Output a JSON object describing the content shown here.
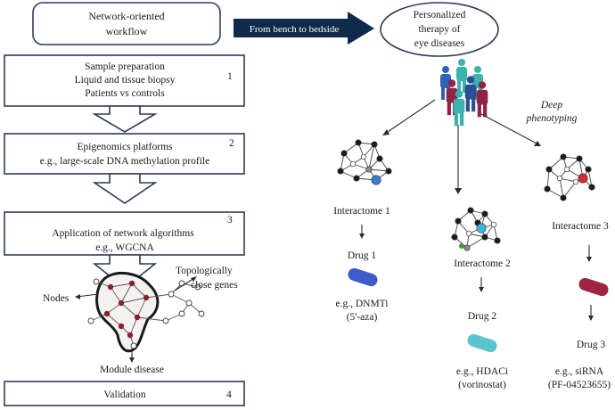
{
  "workflow": {
    "title_line1": "Network-oriented",
    "title_line2": "workflow",
    "arrow_label": "From bench to bedside",
    "goal_line1": "Personalized",
    "goal_line2": "therapy of",
    "goal_line3": "eye diseases"
  },
  "steps": [
    {
      "number": "1",
      "lines": [
        "Sample preparation",
        "Liquid and tissue biopsy",
        "Patients vs controls"
      ]
    },
    {
      "number": "2",
      "lines": [
        "Epigenomics platforms",
        "e.g., large-scale DNA methylation profile"
      ]
    },
    {
      "number": "3",
      "lines": [
        "Application of network algorithms",
        "e.g., WGCNA"
      ]
    },
    {
      "number": "4",
      "lines": [
        "Validation"
      ]
    }
  ],
  "module": {
    "nodes_label": "Nodes",
    "close_genes_line1": "Topologically",
    "close_genes_line2": "close genes",
    "module_label": "Module disease"
  },
  "phenotyping": {
    "line1": "Deep",
    "line2": "phenotyping"
  },
  "branches": [
    {
      "interactome": "Interactome 1",
      "drug": "Drug 1",
      "example_line1": "e.g., DNMTi",
      "example_line2": "(5'-aza)",
      "pill_color": "#3d5ccb",
      "hub_color": "#3b7bd8"
    },
    {
      "interactome": "Interactome 2",
      "drug": "Drug 2",
      "example_line1": "e.g., HDACi",
      "example_line2": "(vorinostat)",
      "pill_color": "#5bc5cf",
      "hub_color": "#3ab8d6"
    },
    {
      "interactome": "Interactome 3",
      "drug": "Drug 3",
      "example_line1": "e.g., siRNA",
      "example_line2": "(PF-04523655)",
      "pill_color": "#9e2542",
      "hub_color": "#d42a2a"
    }
  ],
  "colors": {
    "box_border": "#2b3d57",
    "arrow_fill": "#0f2a4a",
    "people": [
      "#2f64b4",
      "#3bb3ad",
      "#8f2446",
      "#2a4f93"
    ]
  }
}
